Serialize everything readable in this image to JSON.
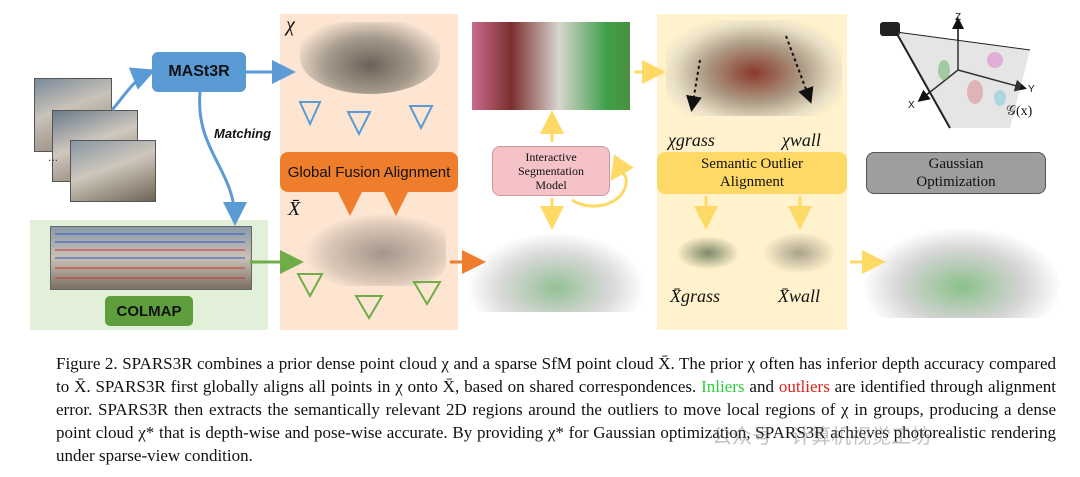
{
  "figure": {
    "mast3r_label": "MASt3R",
    "matching_label": "Matching",
    "colmap_label": "COLMAP",
    "chi_symbol": "χ",
    "xbar_symbol": "X̄",
    "global_fusion_label": "Global Fusion Alignment",
    "interactive_seg_label_l1": "Interactive",
    "interactive_seg_label_l2": "Segmentation",
    "interactive_seg_label_l3": "Model",
    "chi_grass": "χgrass",
    "chi_wall": "χwall",
    "xbar_grass": "X̄grass",
    "xbar_wall": "X̄wall",
    "semantic_outlier_l1": "Semantic Outlier",
    "semantic_outlier_l2": "Alignment",
    "gaussian_l1": "Gaussian",
    "gaussian_l2": "Optimization",
    "axis_z": "Z",
    "axis_y": "Y",
    "axis_x": "X",
    "gaussian_fn": "𝒢(x)",
    "ellipsis": "...",
    "colors": {
      "mast3r_fill": "#5a9bd5",
      "colmap_fill": "#5e9e3c",
      "fusion_fill": "#ee7d2c",
      "panel_peach": "#fde5d2",
      "panel_yellow": "#fff2cc",
      "semantic_fill": "#ffd966",
      "seg_fill": "#f4c2c7",
      "gauss_fill": "#9e9e9e",
      "arrow_blue": "#5a9bd5",
      "arrow_green": "#70ad47",
      "arrow_orange": "#ee7d2c",
      "arrow_yellow": "#ffd966"
    }
  },
  "caption": {
    "p1": "Figure 2. SPARS3R combines a prior dense point cloud χ and a sparse SfM point cloud X̄. The prior χ often has inferior depth accuracy compared to X̄. SPARS3R first globally aligns all points in χ onto X̄, based on shared correspondences. ",
    "inliers": "Inliers",
    "and": " and ",
    "outliers": "outliers",
    "p2": " are identified through alignment error. SPARS3R then extracts the semantically relevant 2D regions around the outliers to move local regions of χ in groups, producing a dense point cloud χ* that is depth-wise and pose-wise accurate. By providing χ* for Gaussian optimization, SPARS3R achieves photorealistic rendering under sparse-view condition."
  },
  "watermark": "公众号 · 计算机视觉工坊"
}
